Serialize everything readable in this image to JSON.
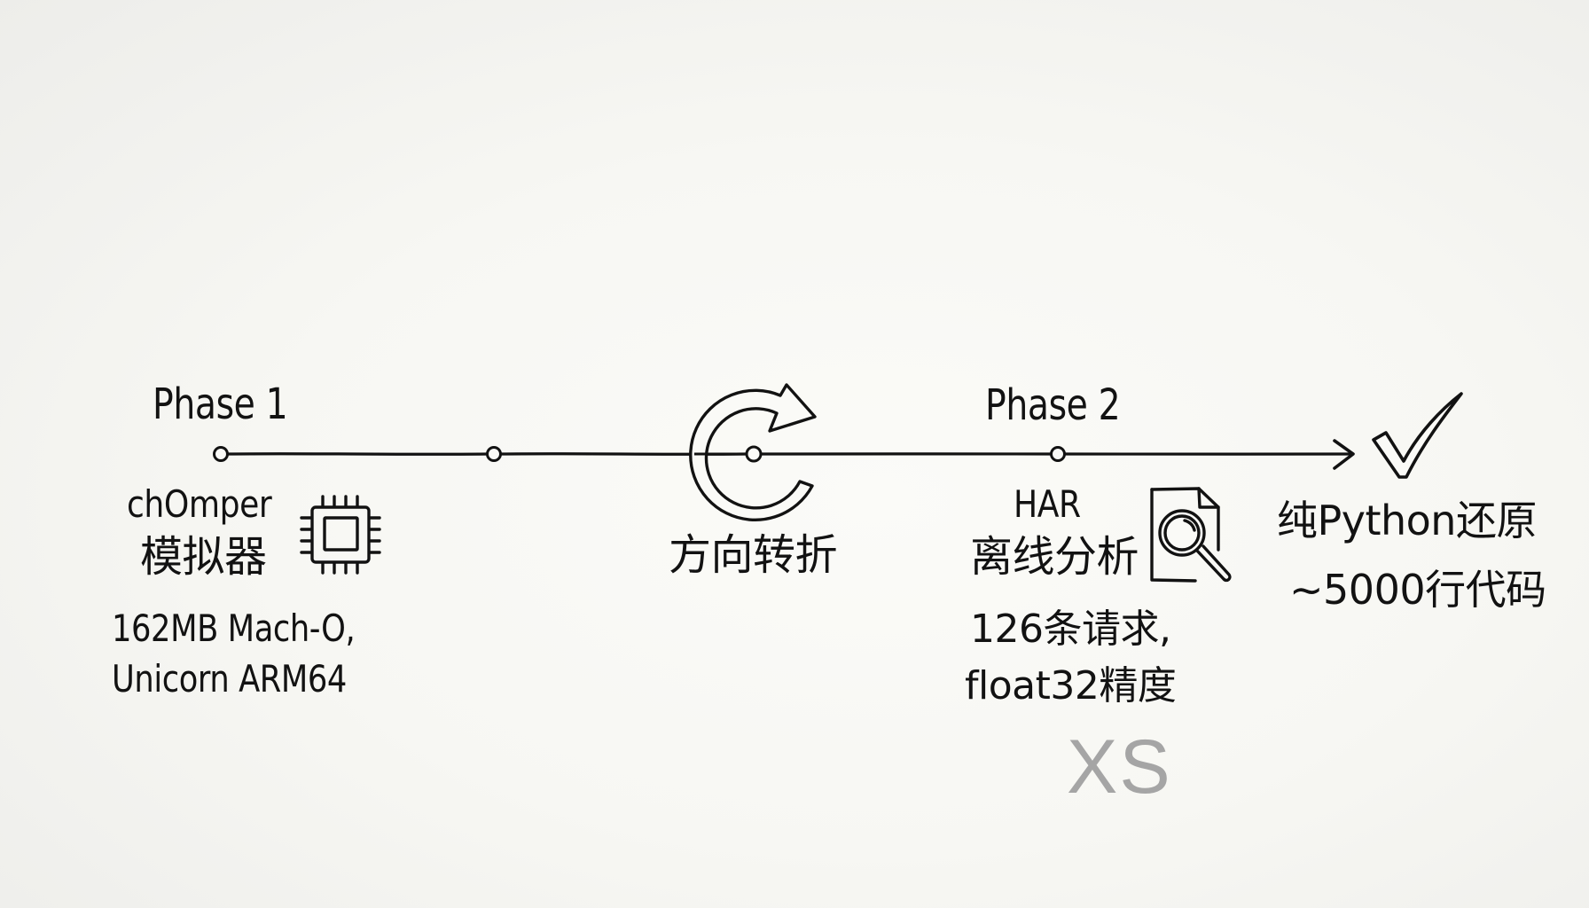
{
  "diagram": {
    "type": "timeline",
    "style": "hand-drawn sketch on paper",
    "colors": {
      "ink": "#121212",
      "background": "#f8f8f4",
      "watermark": "#a5a5a5"
    },
    "timeline": {
      "nodes": 4,
      "arrow_direction": "right"
    },
    "phase1": {
      "label": "Phase 1",
      "title": "chOmper",
      "subtitle": "模拟器",
      "icon": "cpu-chip-icon",
      "details": [
        "162MB Mach-O,",
        "Unicorn ARM64"
      ]
    },
    "pivot": {
      "icon": "rotate-arrow-icon",
      "label": "方向转折"
    },
    "phase2": {
      "label": "Phase 2",
      "title": "HAR",
      "subtitle": "离线分析",
      "icon": "document-search-icon",
      "details": [
        "126条请求,",
        "float32精度"
      ]
    },
    "result": {
      "icon": "checkmark-icon",
      "title": "纯Python还原",
      "subtitle": "~5000行代码"
    },
    "watermark": "XS"
  }
}
